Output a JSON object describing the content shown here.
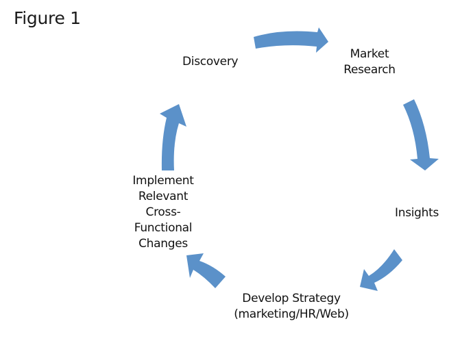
{
  "figure": {
    "title": "Figure 1"
  },
  "cycle": {
    "arrow_color": "#5b91c9",
    "direction": "clockwise",
    "stages": [
      {
        "id": "discovery",
        "label_lines": [
          "Discovery"
        ]
      },
      {
        "id": "market-research",
        "label_lines": [
          "Market",
          "Research"
        ]
      },
      {
        "id": "insights",
        "label_lines": [
          "Insights"
        ]
      },
      {
        "id": "develop-strategy",
        "label_lines": [
          "Develop Strategy",
          "(marketing/HR/Web)"
        ]
      },
      {
        "id": "implement-changes",
        "label_lines": [
          "Implement",
          "Relevant",
          "Cross-",
          "Functional",
          "Changes"
        ]
      }
    ],
    "arrows": [
      {
        "from": "discovery",
        "to": "market-research"
      },
      {
        "from": "market-research",
        "to": "insights"
      },
      {
        "from": "insights",
        "to": "develop-strategy"
      },
      {
        "from": "develop-strategy",
        "to": "implement-changes"
      },
      {
        "from": "implement-changes",
        "to": "discovery"
      }
    ]
  }
}
